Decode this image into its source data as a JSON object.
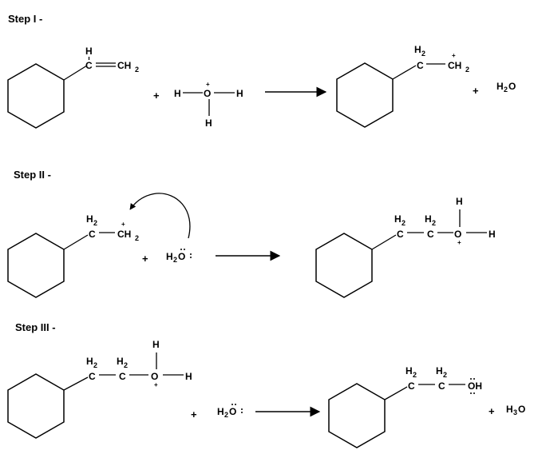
{
  "steps": [
    {
      "label": "Step I -"
    },
    {
      "label": "Step II -"
    },
    {
      "label": "Step III -"
    }
  ],
  "atoms": {
    "H": "H",
    "C": "C",
    "O": "O",
    "two": "2",
    "three": "3",
    "CH": "CH",
    "OH": "OH",
    "plus": "+"
  }
}
